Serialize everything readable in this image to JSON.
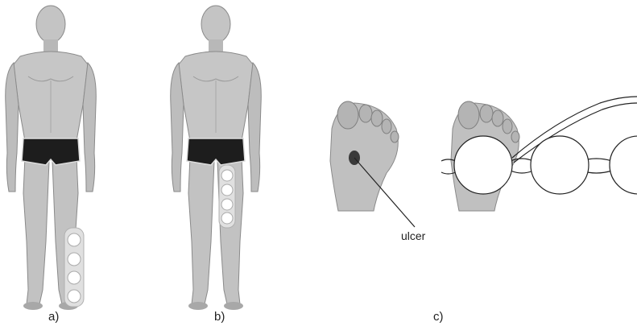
{
  "panels": [
    {
      "id": "a",
      "label": "a)"
    },
    {
      "id": "b",
      "label": "b)"
    },
    {
      "id": "c",
      "label": "c)"
    }
  ],
  "annotation": {
    "ulcer": "ulcer"
  },
  "colors": {
    "skin": "#bcbcbc",
    "skin_dark": "#8e8e8e",
    "underwear": "#1d1d1d",
    "line": "#222222"
  }
}
